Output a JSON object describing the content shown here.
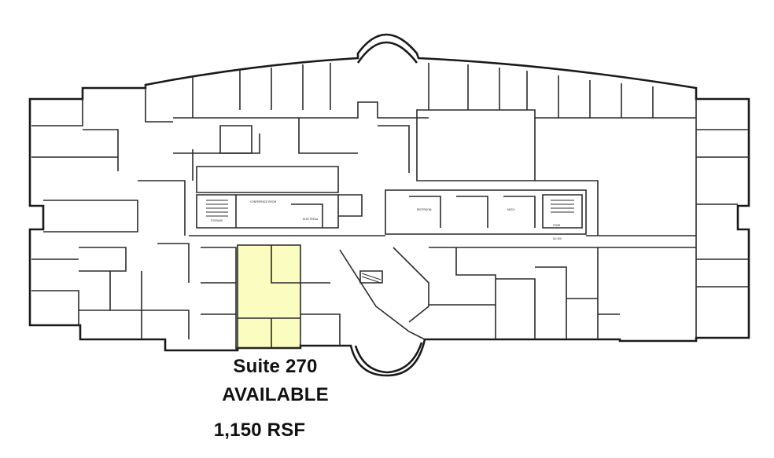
{
  "colors": {
    "available_suite_fill": "#fafcc0",
    "wall": "#1a1a1a",
    "background": "#ffffff"
  },
  "floor_plan": {
    "highlighted_suite": {
      "name": "Suite 270",
      "status": "AVAILABLE",
      "area": "1,150 RSF"
    },
    "room_labels": {
      "conference": "CONFERENCE ROOM",
      "storage": "STORAGE",
      "electrical": "ELECTRICAL",
      "restroom": "RESTROOM",
      "mech": "MECH",
      "stair": "STAIR",
      "suite_no": "SU 400"
    }
  }
}
